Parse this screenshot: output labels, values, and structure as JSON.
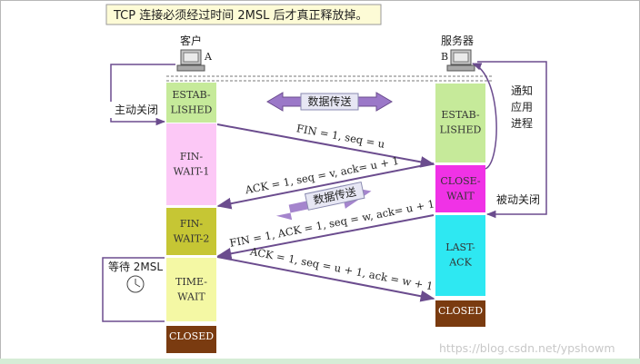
{
  "title": "TCP 连接必须经过时间 2MSL 后才真正释放掉。",
  "client": {
    "name": "客户",
    "letter": "A"
  },
  "server": {
    "name": "服务器",
    "letter": "B"
  },
  "client_states": [
    "ESTAB-\nLISHED",
    "FIN-\nWAIT-1",
    "FIN-\nWAIT-2",
    "TIME-\nWAIT",
    "CLOSED"
  ],
  "server_states": [
    "ESTAB-\nLISHED",
    "CLOSE-\nWAIT",
    "LAST-\nACK",
    "CLOSED"
  ],
  "side_labels": {
    "active_close": "主动关闭",
    "notify_app": "通知\n应用\n进程",
    "passive_close": "被动关闭",
    "wait_2msl": "等待 2MSL"
  },
  "data_transfer": [
    "数据传送",
    "数据传送"
  ],
  "messages": [
    "FIN = 1, seq = u",
    "ACK = 1, seq = v, ack= u + 1",
    "FIN = 1, ACK = 1, seq = w, ack= u + 1",
    "ACK = 1, seq = u + 1, ack = w + 1"
  ],
  "watermark": "https://blog.csdn.net/ypshowm",
  "colors": {
    "established": "#c6ea9a",
    "fin_wait_1": "#fcc8f6",
    "fin_wait_2": "#c6c634",
    "time_wait": "#f4f8a4",
    "closed": "#7a3b10",
    "close_wait": "#f032e6",
    "last_ack": "#2ee8f2",
    "arrow": "#6b4c8e",
    "data_arrow": "#9b78c8"
  }
}
